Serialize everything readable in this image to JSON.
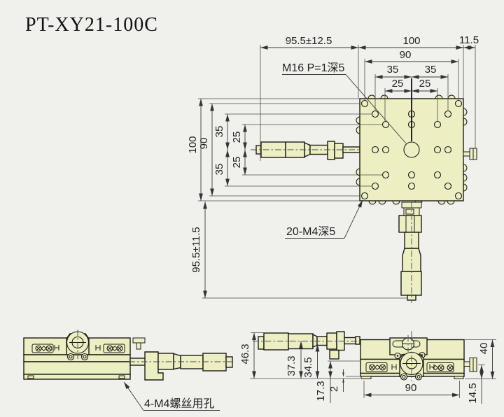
{
  "title": "PT-XY21-100C",
  "colors": {
    "background": "#f0f0ec",
    "part_fill": "#eeeec3",
    "line": "#1c1c1c",
    "dimension": "#3a3a3a"
  },
  "top_view": {
    "dim_travel_horizontal": "95.5±12.5",
    "dim_body_width": "100",
    "dim_knob_offset": "11.5",
    "dim_hole_span_width": "90",
    "dim_hole_pitch_35_left": "35",
    "dim_hole_pitch_35_right": "35",
    "dim_hole_pitch_25_left": "25",
    "dim_hole_pitch_25_right": "25",
    "dim_body_height": "100",
    "dim_hole_span_height": "90",
    "dim_hole_pitch_35_top": "35",
    "dim_hole_pitch_25_top": "25",
    "dim_hole_pitch_25_bottom": "25",
    "dim_hole_pitch_35_bottom": "35",
    "dim_travel_vertical": "95.5±11.5",
    "label_center_hole": "M16 P=1深5",
    "label_hole_pattern": "20-M4深5"
  },
  "side_view": {
    "label_mount_holes": "4-M4螺丝用孔"
  },
  "front_view": {
    "dim_overall_height": "46.3",
    "dim_axis_height": "37.3",
    "dim_sleeve_height": "34.5",
    "dim_base_height": "17.3",
    "dim_relief_gap": "2",
    "dim_mount_span": "90",
    "dim_knob_axis_height": "14.5",
    "dim_stage_height": "40"
  }
}
